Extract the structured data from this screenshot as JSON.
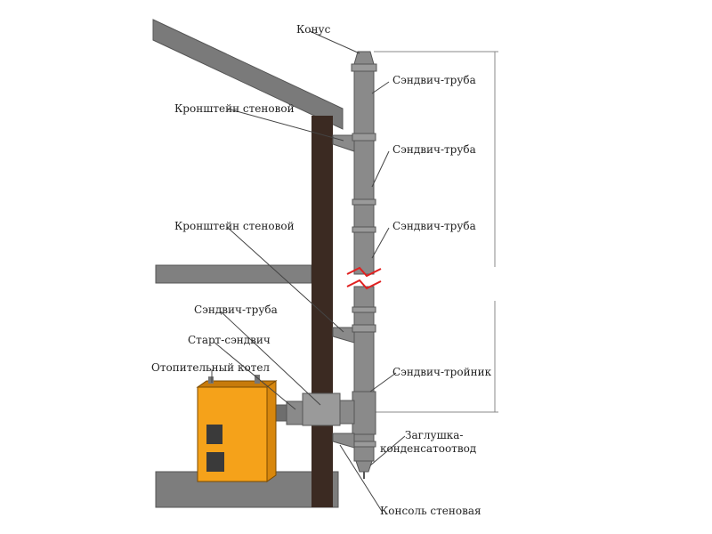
{
  "labels": {
    "cone": "Конус",
    "sandwich_pipe_1": "Сэндвич-труба",
    "sandwich_pipe_2": "Сэндвич-труба",
    "sandwich_pipe_3": "Сэндвич-труба",
    "sandwich_pipe_4": "Сэндвич-труба",
    "wall_bracket_1": "Кронштейн стеновой",
    "wall_bracket_2": "Кронштейн стеновой",
    "start_sandwich": "Старт-сэндвич",
    "heating_boiler": "Отопительный котел",
    "sandwich_tee": "Сэндвич-тройник",
    "condensate_plug_line1": "Заглушка-",
    "condensate_plug_line2": "конденсатоотвод",
    "wall_console": "Консоль стеновая"
  },
  "colors": {
    "pipe": "#8a8a8a",
    "pipe_dark": "#6e6e6e",
    "wall": "#3b2a22",
    "slab": "#7d7d7d",
    "boiler": "#f5a21a",
    "boiler_dark": "#c77a0b",
    "break_mark": "#e02020"
  }
}
